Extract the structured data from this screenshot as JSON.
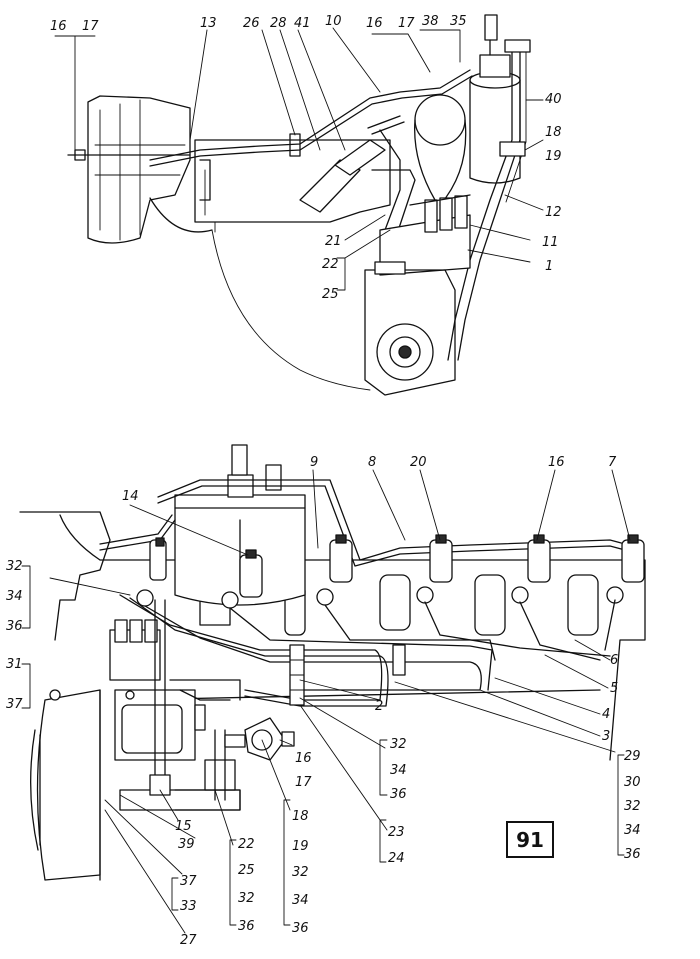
{
  "figure": {
    "number": "91",
    "top_view_labels": [
      "16",
      "17",
      "13",
      "26",
      "28",
      "41",
      "10",
      "16",
      "17",
      "38",
      "35",
      "40",
      "18",
      "19",
      "12",
      "11",
      "1",
      "21",
      "22",
      "25"
    ],
    "side_view_labels": [
      "14",
      "9",
      "8",
      "20",
      "16",
      "7",
      "32",
      "34",
      "36",
      "31",
      "37",
      "6",
      "5",
      "4",
      "3",
      "29",
      "30",
      "32",
      "34",
      "36",
      "2",
      "32",
      "34",
      "36",
      "16",
      "17",
      "15",
      "39",
      "18",
      "19",
      "32",
      "34",
      "36",
      "22",
      "25",
      "32",
      "36",
      "23",
      "24",
      "37",
      "33",
      "27"
    ]
  }
}
